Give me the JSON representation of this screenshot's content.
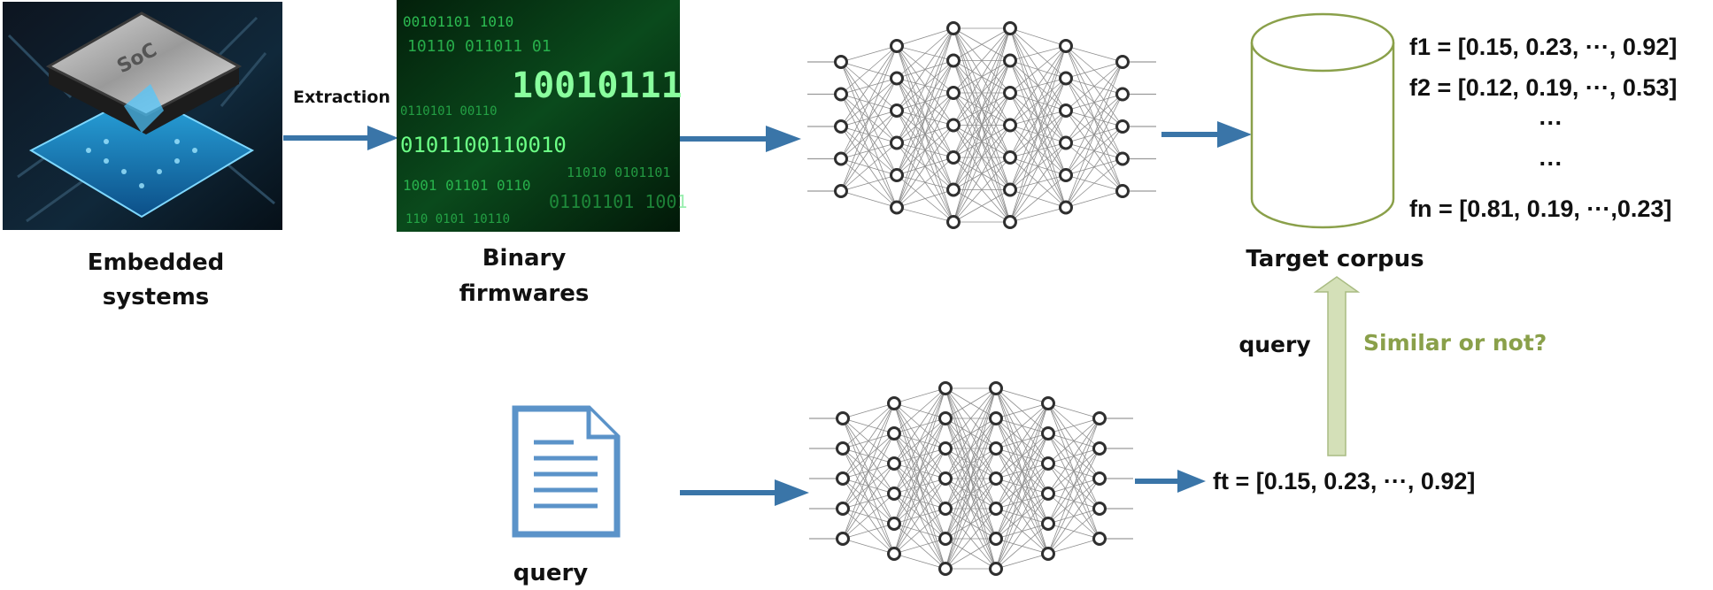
{
  "labels": {
    "embedded_line1": "Embedded",
    "embedded_line2": "systems",
    "extraction": "Extraction",
    "binary_line1": "Binary",
    "binary_line2": "firmwares",
    "target_corpus": "Target corpus",
    "query_left": "query",
    "similar": "Similar or not?",
    "query_bottom": "query"
  },
  "chip_text": "SoC",
  "firmware_text": {
    "big": "10010111",
    "mid": "0101100110010",
    "rows": [
      "00101101 1010",
      "10110 011011 01",
      "0110101 00110",
      "11010 0101101",
      "1001 01101 0110",
      "01101101 1001",
      "110 0101 10110"
    ]
  },
  "corpus_vectors": {
    "f1": "f1 = [0.15, 0.23, ···, 0.92]",
    "f2": "f2 = [0.12, 0.19, ···, 0.53]",
    "dots1": "···",
    "dots2": "···",
    "fn": "fn = [0.81, 0.19, ···,0.23]"
  },
  "query_vector": "ft = [0.15, 0.23, ···, 0.92]",
  "colors": {
    "arrow": "#3a75a8",
    "cylinder": "#8aa04a",
    "similar_text": "#8aa04a",
    "up_arrow_fill": "#d4e0b8",
    "doc_icon": "#5b93c9",
    "firmware_bg": "#062d10",
    "firmware_text": "#36e062"
  },
  "icons": {
    "chip": "soc-chip-image",
    "firmware": "binary-code-image",
    "network": "neural-network-icon",
    "database": "database-cylinder-icon",
    "document": "document-icon"
  }
}
